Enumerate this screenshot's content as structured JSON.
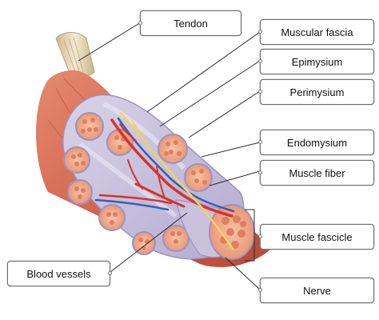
{
  "labels": {
    "tendon": "Tendon",
    "muscular_fascia": "Muscular fascia",
    "epimysium": "Epimysium",
    "perimysium": "Perimysium",
    "endomysium": "Endomysium",
    "muscle_fiber": "Muscle fiber",
    "muscle_fascicle": "Muscle fascicle",
    "nerve": "Nerve",
    "blood_vessels": "Blood vessels"
  },
  "colors": {
    "muscle_outer": "#d9705a",
    "muscle_dark": "#b94a3a",
    "tendon": "#e8d8b8",
    "fascia_lavender": "#c9c2dd",
    "fascicle_fill": "#f2a98a",
    "fiber_spot": "#e38566",
    "artery": "#d8332b",
    "vein": "#3b5fb0",
    "nerve": "#f2d45a",
    "leader_line": "#2a2a2a"
  }
}
